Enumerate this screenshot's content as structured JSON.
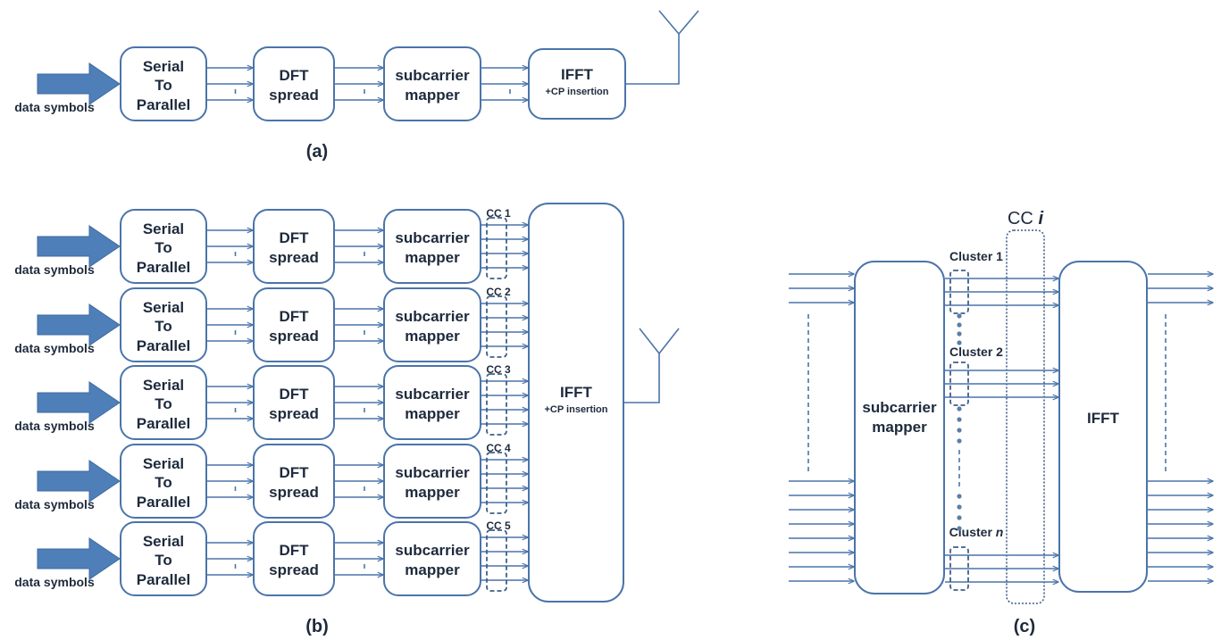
{
  "figure": {
    "caption_a": "(a)",
    "caption_b": "(b)",
    "caption_c": "(c)"
  },
  "labels": {
    "input": "data symbols",
    "s2p_line1": "Serial",
    "s2p_line2": "To",
    "s2p_line3": "Parallel",
    "dft_line1": "DFT",
    "dft_line2": "spread",
    "mapper_line1": "subcarrier",
    "mapper_line2": "mapper",
    "ifft": "IFFT",
    "cp": "+CP insertion"
  },
  "component_carriers": [
    "CC 1",
    "CC 2",
    "CC 3",
    "CC 4",
    "CC 5"
  ],
  "panel_c": {
    "cc_label": "CC ",
    "cc_index": "i",
    "mapper_line1": "subcarrier",
    "mapper_line2": "mapper",
    "ifft": "IFFT",
    "clusters": [
      "Cluster 1",
      "Cluster 2",
      "Cluster "
    ],
    "cluster_n_index": "n"
  },
  "colors": {
    "stroke": "#4a74aa",
    "arrow_fill": "#4f7fb8",
    "text": "#1e2a3c"
  }
}
